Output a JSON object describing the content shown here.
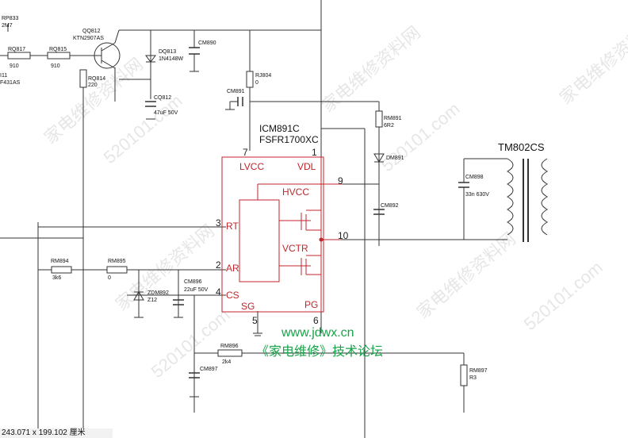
{
  "components": {
    "rp833": {
      "ref": "RP833",
      "value": "2M7"
    },
    "rq817": {
      "ref": "RQ817",
      "value": "910"
    },
    "rq815": {
      "ref": "RQ815",
      "value": "910"
    },
    "rq814": {
      "ref": "RQ814",
      "value": "220"
    },
    "qq812": {
      "ref": "QQ812",
      "value": "KTN2907AS"
    },
    "dq813": {
      "ref": "DQ813",
      "value": "1N4148W"
    },
    "cm890": {
      "ref": "CM890"
    },
    "cq812": {
      "ref": "CQ812",
      "value": "47uF 50V"
    },
    "rj804": {
      "ref": "RJ804",
      "value": "0"
    },
    "cm891": {
      "ref": "CM891"
    },
    "rm891": {
      "ref": "RM891",
      "value": "6R2"
    },
    "dm891": {
      "ref": "DM891"
    },
    "cm892": {
      "ref": "CM892"
    },
    "cm898": {
      "ref": "CM898",
      "value": "33n 630V"
    },
    "rm894": {
      "ref": "RM894",
      "value": "3k6"
    },
    "rm895": {
      "ref": "RM895",
      "value": "0"
    },
    "zdm892": {
      "ref": "ZDM892",
      "value": "Z12"
    },
    "cm896": {
      "ref": "CM896",
      "value": "22uF 50V"
    },
    "rm896": {
      "ref": "RM896",
      "value": "2k4"
    },
    "cm897": {
      "ref": "CM897"
    },
    "rm897": {
      "ref": "RM897",
      "value": "R3"
    },
    "left_cut_a": "I11",
    "left_cut_b": "F431AS"
  },
  "ic": {
    "ref": "ICM891C",
    "part": "FSFR1700XC",
    "pins": {
      "lvcc": "LVCC",
      "vdl": "VDL",
      "hvcc": "HVCC",
      "rt": "RT",
      "vctr": "VCTR",
      "ar": "AR",
      "cs": "CS",
      "sg": "SG",
      "pg": "PG"
    },
    "pin_numbers": {
      "p7": "7",
      "p1": "1",
      "p9": "9",
      "p3": "3",
      "p10": "10",
      "p2": "2",
      "p4": "4",
      "p5": "5",
      "p6": "6"
    }
  },
  "transformer": {
    "ref": "TM802CS"
  },
  "watermark": {
    "site": "www.jdwx.cn",
    "forum": "《家电维修》技术论坛",
    "diag_text": "家电维修资料网",
    "diag_url": "520101.com"
  },
  "status_bar": {
    "coords": "243.071 x 199.102 厘米"
  },
  "colors": {
    "line": "#333333",
    "ic": "#c0262c",
    "site": "#18a34a"
  }
}
